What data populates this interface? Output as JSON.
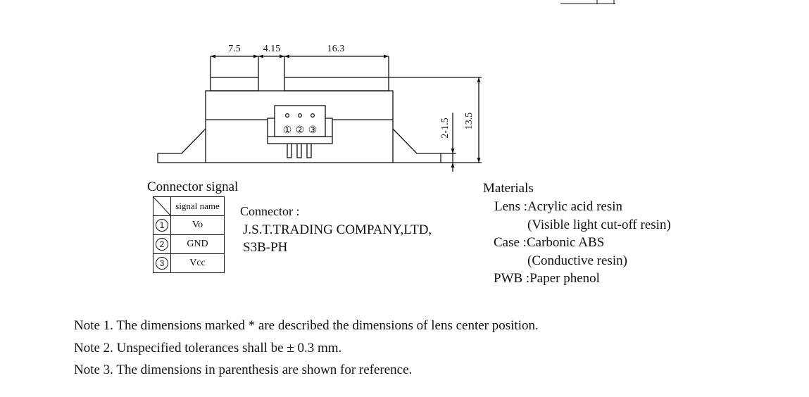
{
  "dimensions": {
    "top_widths": [
      "7.5",
      "4.15",
      "16.3"
    ],
    "height_small": "2-1.5",
    "height_total": "13.5"
  },
  "connector_pins": [
    "①",
    "②",
    "③"
  ],
  "connector_signal": {
    "title": "Connector signal",
    "header": "signal name",
    "rows": [
      {
        "pin": "1",
        "name": "Vo"
      },
      {
        "pin": "2",
        "name": "GND"
      },
      {
        "pin": "3",
        "name": "Vcc"
      }
    ]
  },
  "connector": {
    "label": "Connector :",
    "line1": "J.S.T.TRADING COMPANY,LTD,",
    "line2": "S3B-PH"
  },
  "materials": {
    "title": "Materials",
    "lens": "Lens :Acrylic acid resin",
    "lens_note": "(Visible light cut-off resin)",
    "case": "Case :Carbonic ABS",
    "case_note": "(Conductive resin)",
    "pwb": "PWB :Paper phenol"
  },
  "notes": [
    "Note 1. The dimensions marked * are described the dimensions of lens center position.",
    "Note 2. Unspecified tolerances shall be ± 0.3 mm.",
    "Note 3. The dimensions in parenthesis are shown for reference."
  ]
}
